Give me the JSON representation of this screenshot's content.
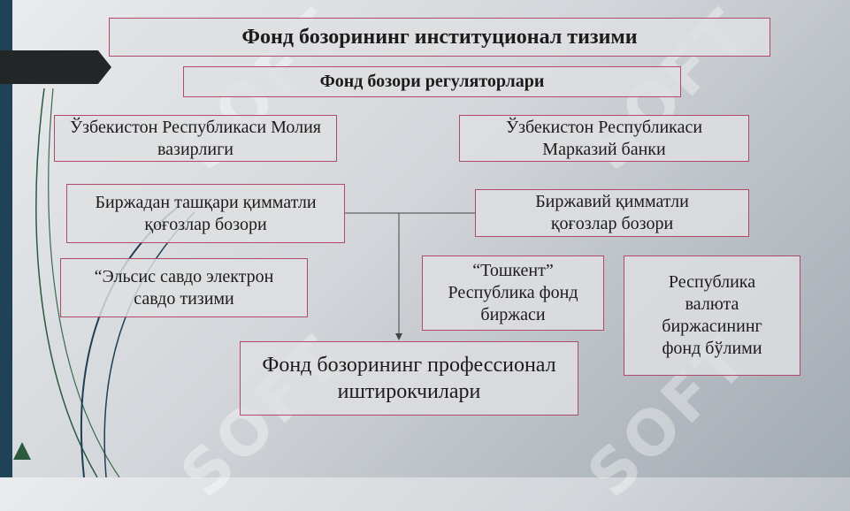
{
  "watermark": "SOFT",
  "title": "Фонд бозорининг институционал тизими",
  "regulators": "Фонд бозори регуляторлари",
  "ministry": "Ўзбекистон Республикаси Молия вазирлиги",
  "central_bank": "Ўзбекистон Республикаси Марказий банки",
  "otc_market": "Биржадан ташқари қимматли қоғозлар бозори",
  "exchange_market": "Биржавий қимматли қоғозлар бозори",
  "elsis": "“Эльсис савдо электрон савдо тизими",
  "tashkent": "“Тошкент” Республика фонд биржаси",
  "currency_exchange": "Республика валюта биржасининг фонд бўлими",
  "participants": "Фонд бозорининг профессионал иштирокчилари"
}
